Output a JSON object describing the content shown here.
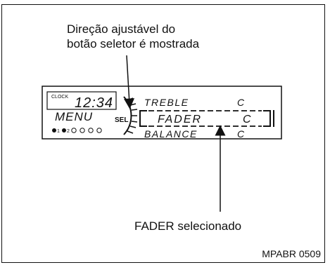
{
  "annotations": {
    "top_line1": "Direção ajustável do",
    "top_line2": "botão seletor é mostrada",
    "bottom": "FADER selecionado"
  },
  "figure_code": "MPABR 0509",
  "display": {
    "clock_label": "CLOCK",
    "clock_time": "12:34",
    "menu": "MENU",
    "sel": "SEL",
    "presets": [
      "1",
      "2"
    ],
    "rows": [
      {
        "label": "TREBLE",
        "value": "C",
        "selected": false
      },
      {
        "label": "FADER",
        "value": "C",
        "selected": true
      },
      {
        "label": "BALANCE",
        "value": "C",
        "selected": false
      }
    ]
  }
}
